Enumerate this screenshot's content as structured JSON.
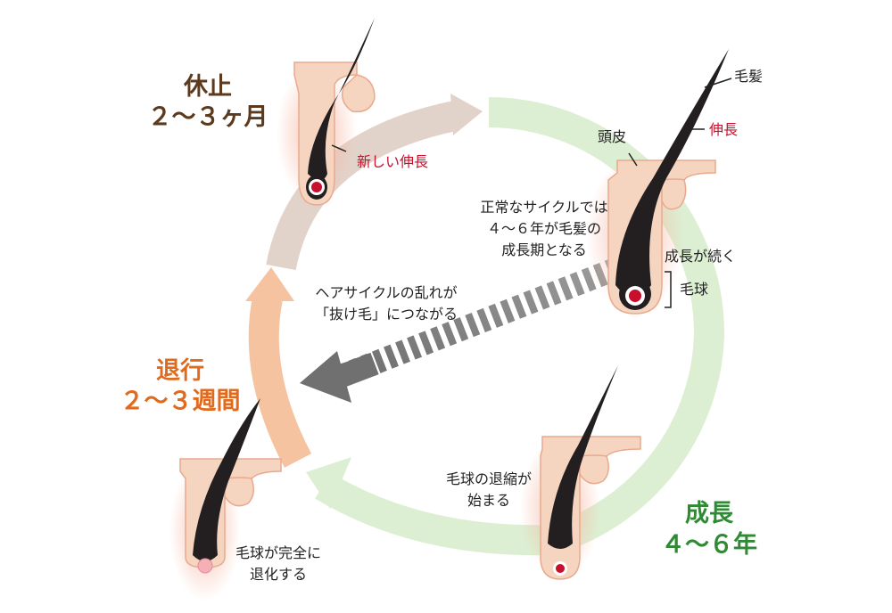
{
  "phases": {
    "resting": {
      "name": "休止",
      "duration": "２～３ヶ月",
      "color": "#5c3a1e",
      "arrow_color": "#e2d3ca"
    },
    "growth": {
      "name": "成長",
      "duration": "４～６年",
      "color": "#2f8a34",
      "arrow_color": "#dcefd2"
    },
    "regression": {
      "name": "退行",
      "duration": "２～３週間",
      "color": "#e06a1e",
      "arrow_color": "#f5c3a0"
    }
  },
  "labels": {
    "hair_shaft": "毛髪",
    "scalp": "頭皮",
    "elongation": "伸長",
    "new_elongation": "新しい伸長",
    "growth_continues": "成長が続く",
    "hair_bulb": "毛球",
    "normal_cycle_line1": "正常なサイクルでは",
    "normal_cycle_line2": "４～６年が毛髪の",
    "normal_cycle_line3": "成長期となる",
    "disorder_line1": "ヘアサイクルの乱れが",
    "disorder_line2": "「抜け毛」につながる",
    "shrink_line1": "毛球の退縮が",
    "shrink_line2": "始まる",
    "regress_line1": "毛球が完全に",
    "regress_line2": "退化する"
  },
  "icons": [
    "hair-follicle-icon",
    "hair-bulb-icon",
    "cycle-arrow-icon",
    "dashed-arrow-icon"
  ],
  "colors": {
    "skin": "#f5d5c0",
    "skin_outline": "#e9a98e",
    "hair": "#231f20",
    "bulb_red": "#c8102e",
    "accent_red": "#c8102e",
    "dashed_arrow": "#7a7a7a"
  }
}
